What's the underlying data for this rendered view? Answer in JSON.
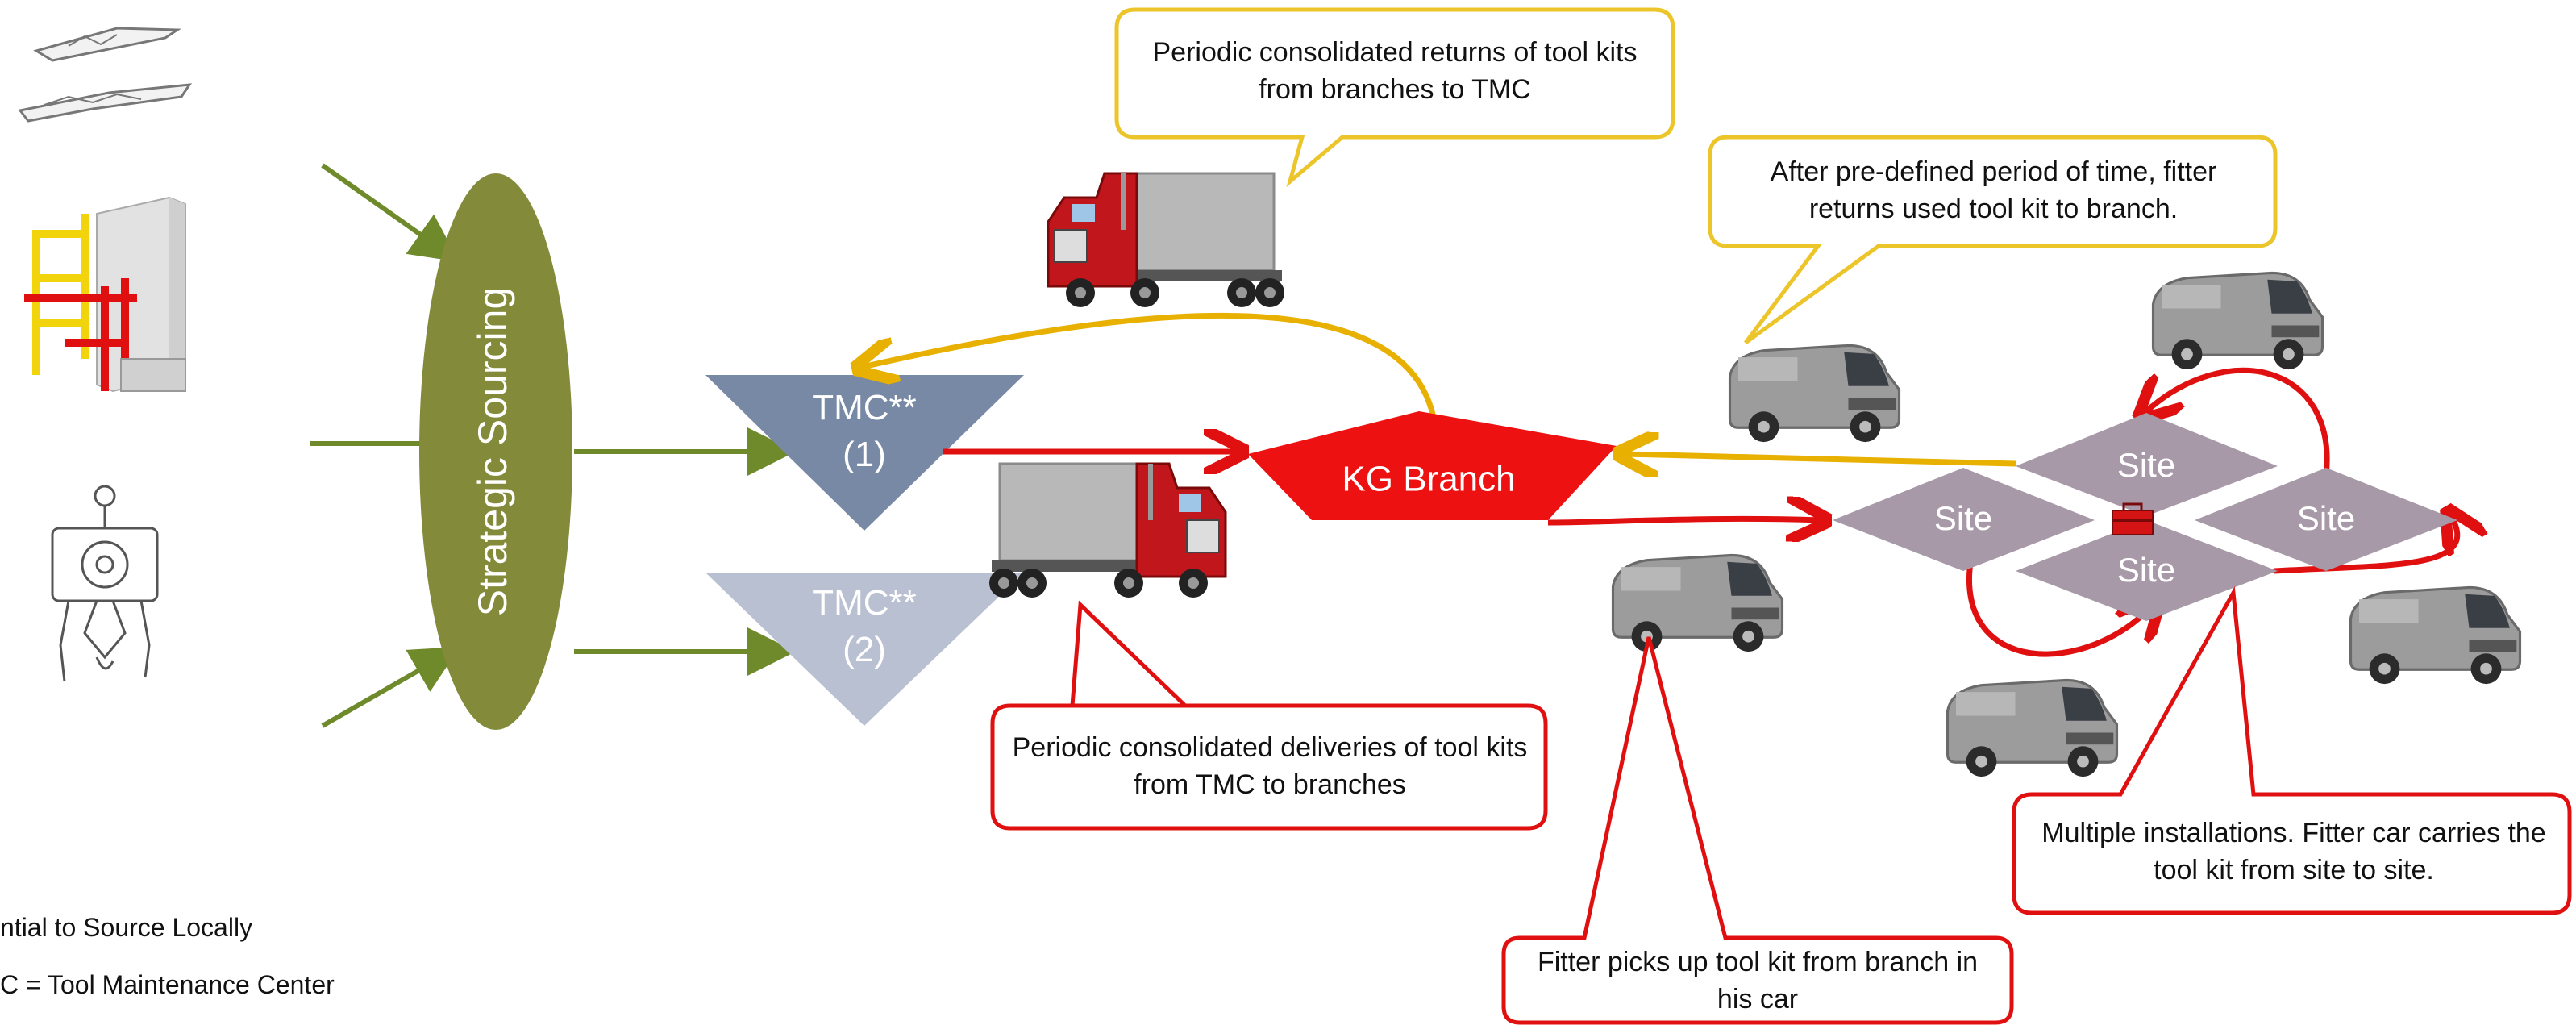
{
  "sourcing": {
    "label": "Strategic Sourcing",
    "color": "#838a3a",
    "text_color": "#ffffff",
    "arrow_color": "#6e8a2a"
  },
  "tmc1": {
    "line1": "TMC**",
    "line2": "(1)",
    "color": "#7889a6"
  },
  "tmc2": {
    "line1": "TMC**",
    "line2": "(2)",
    "color": "#b9c0d1"
  },
  "branch": {
    "label": "KG Branch",
    "color": "#ee1111"
  },
  "site_color": "#a899a8",
  "sites": {
    "top": "Site",
    "left": "Site",
    "right": "Site",
    "bottom": "Site"
  },
  "colors": {
    "red_flow": "#e01010",
    "return_flow": "#e8b000",
    "callout_red": "#e01010",
    "callout_yellow": "#ebc52a"
  },
  "callouts": {
    "returns_tmc": "Periodic consolidated returns of tool kits from branches to TMC",
    "fitter_returns": "After pre-defined period of time, fitter returns used tool kit to branch.",
    "deliveries": "Periodic consolidated deliveries of tool kits from TMC to branches",
    "multiple_installations": "Multiple installations. Fitter car carries the tool kit from site to site.",
    "fitter_picks": "Fitter picks up tool kit from branch in his car"
  },
  "footnotes": {
    "note1": "ntial to Source Locally",
    "note2": "C = Tool Maintenance Center"
  },
  "icons": [
    "lifting-beam-icon",
    "scaffold-tool-icon",
    "hoist-tool-icon",
    "truck-icon",
    "van-icon",
    "toolbox-icon"
  ]
}
